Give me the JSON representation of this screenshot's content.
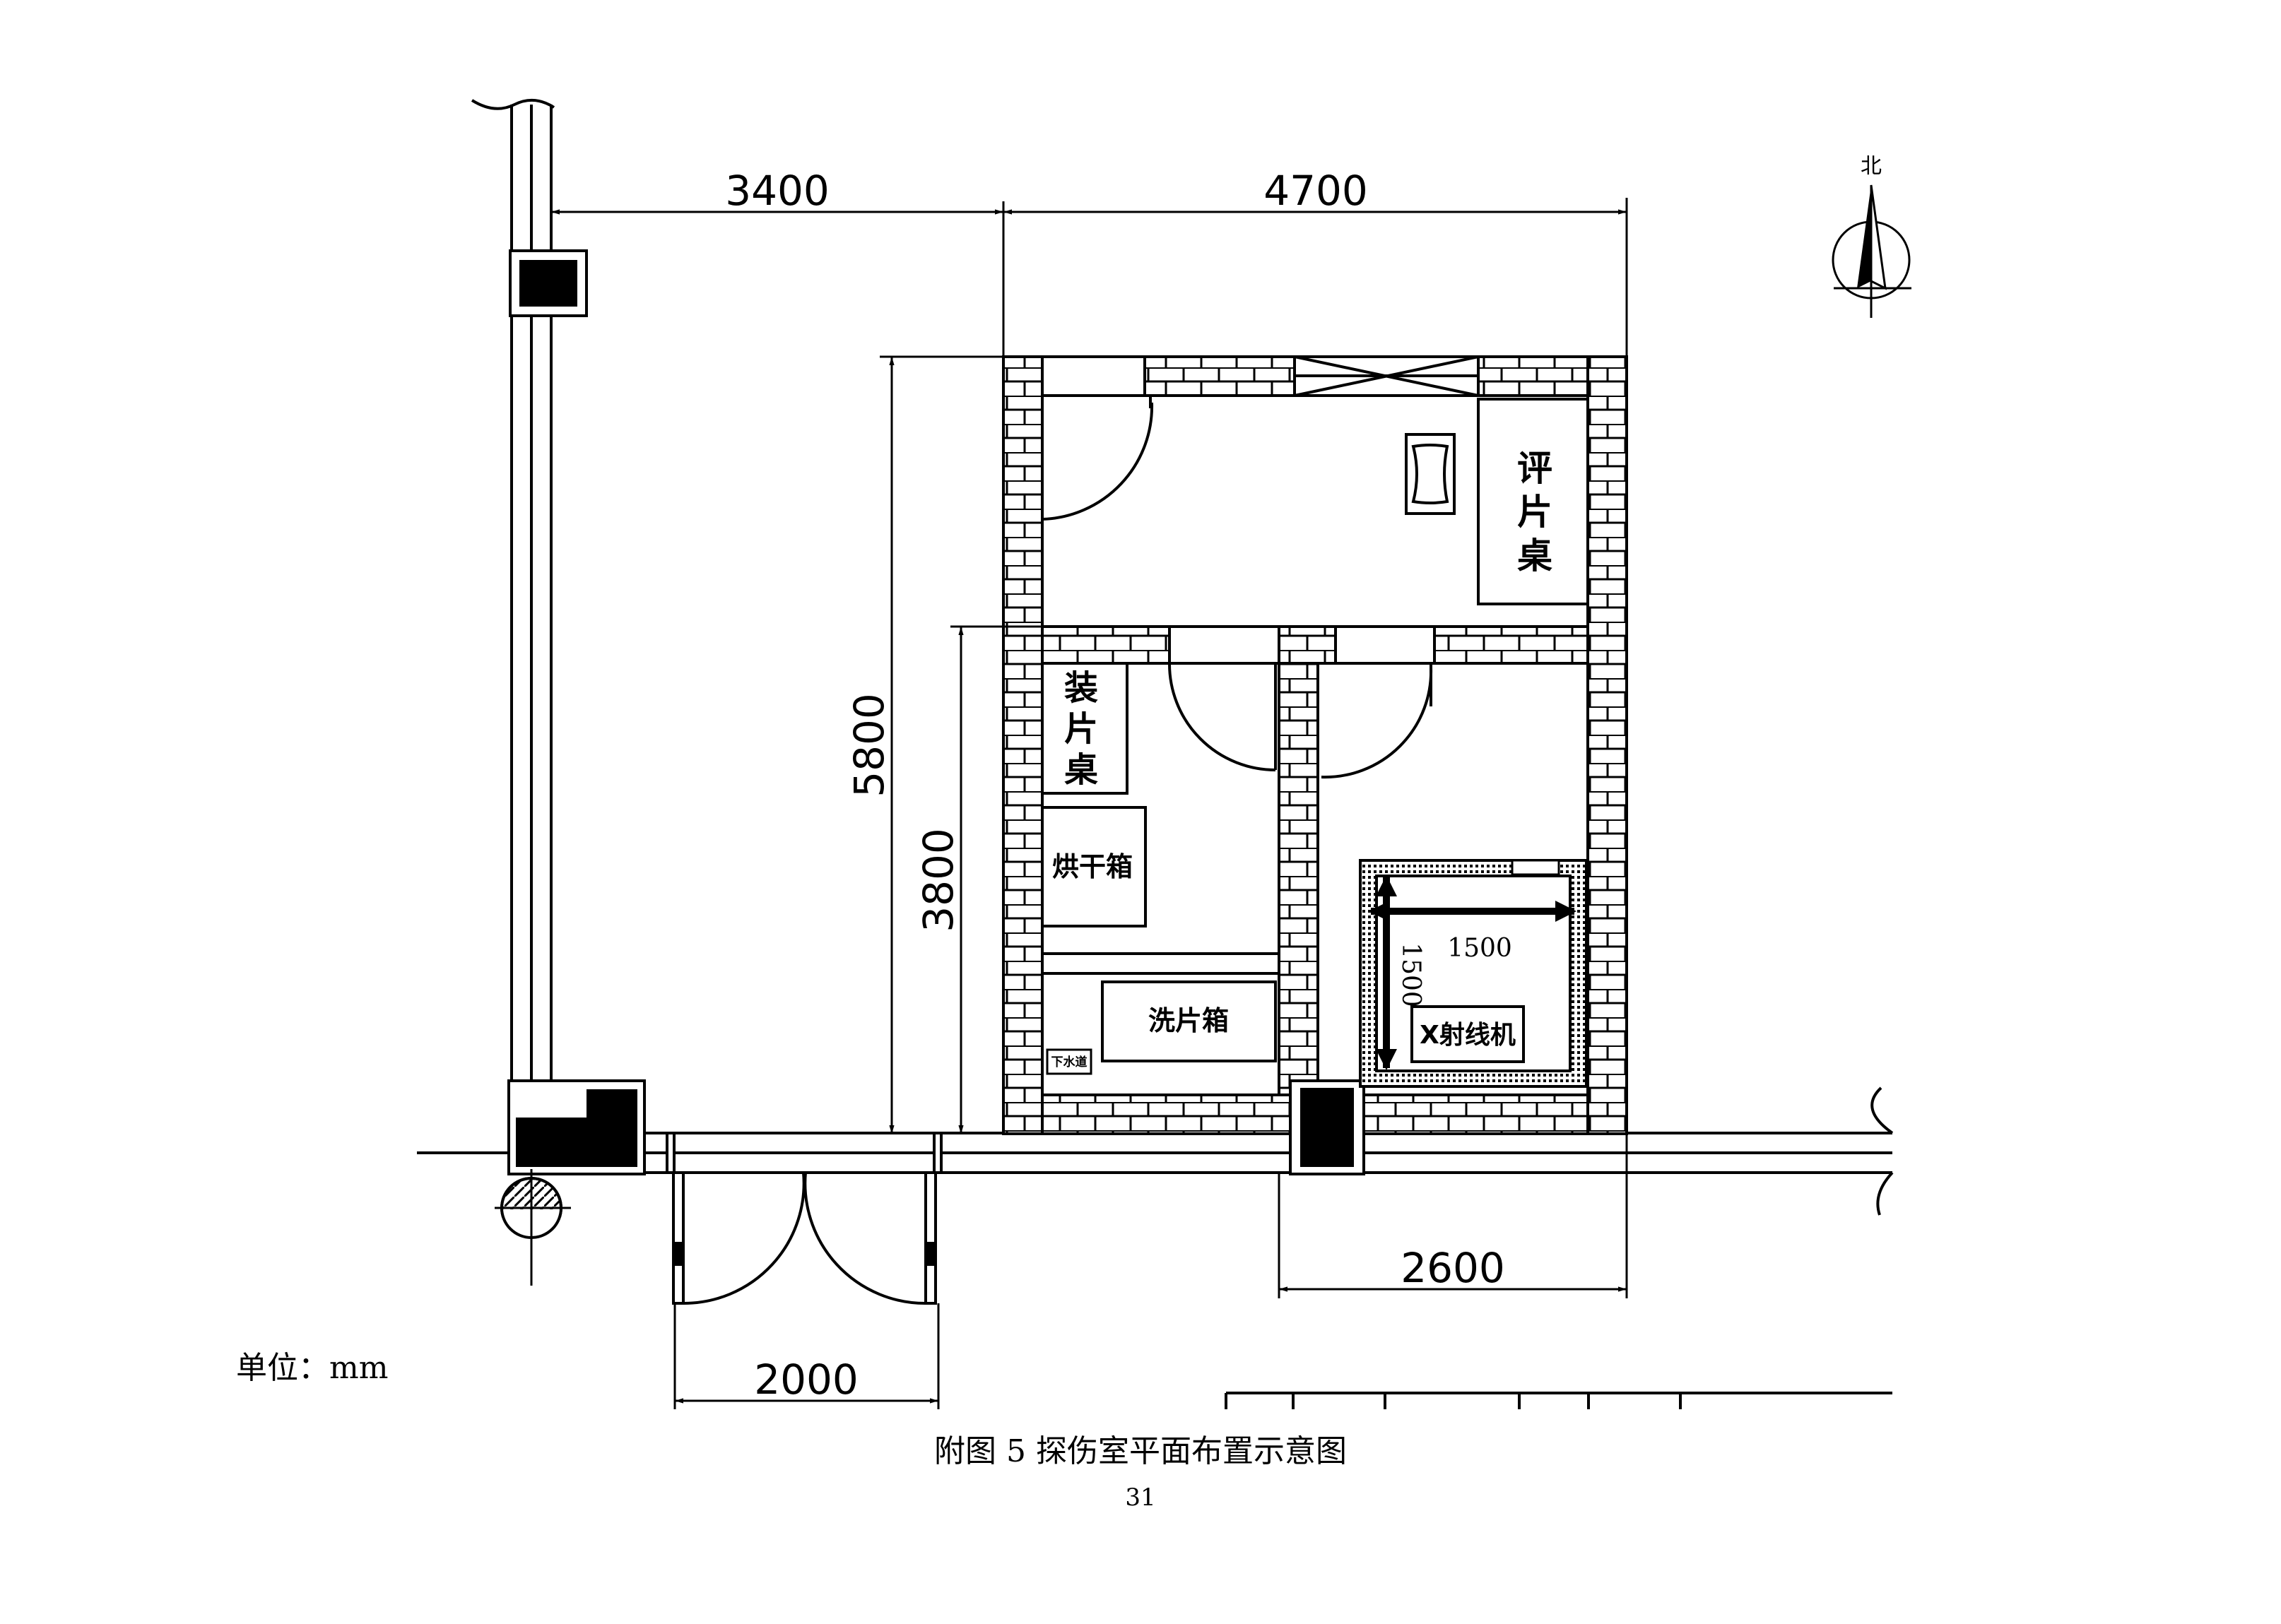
{
  "dimensions": {
    "left_width": "3400",
    "room_width": "4700",
    "total_height": "5800",
    "lower_height": "3800",
    "xray_room_width": "2600",
    "door_width": "2000",
    "xray_inner_h": "1500",
    "xray_inner_v": "1500"
  },
  "rooms": {
    "review_label": [
      "评",
      "片",
      "桌"
    ],
    "loading_label": [
      "装",
      "片",
      "桌"
    ],
    "dryer_label": "烘干箱",
    "developer_label": "洗片箱",
    "drain_label": "下水道",
    "xray_label": "X射线机"
  },
  "compass": {
    "north_label": "北"
  },
  "unit_label": "单位：mm",
  "caption": "附图 5  探伤室平面布置示意图",
  "page_number": "31"
}
